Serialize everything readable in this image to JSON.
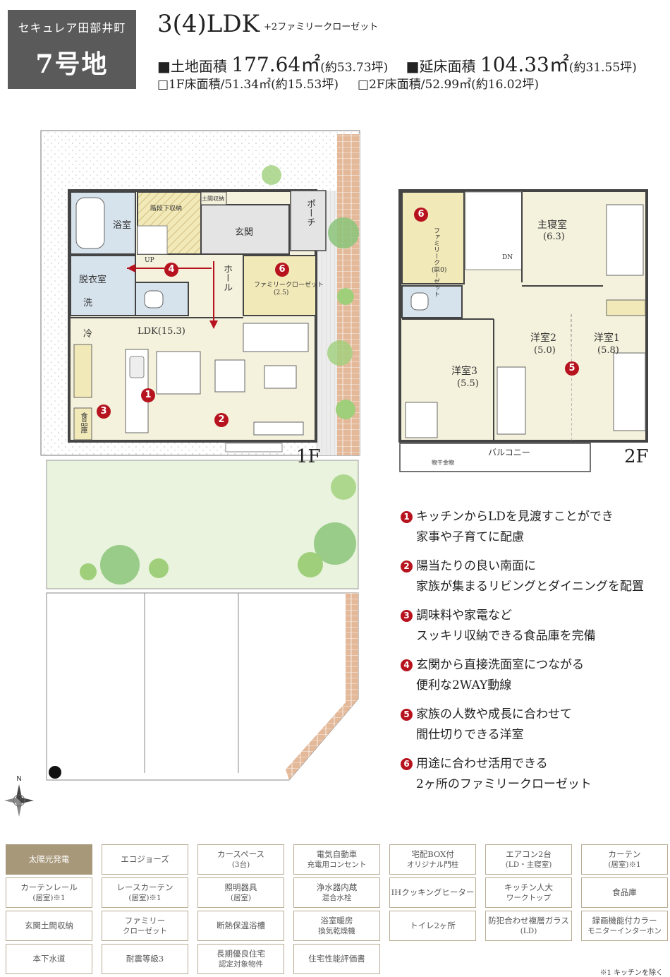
{
  "header": {
    "badge_line1": "セキュレア田部井町",
    "badge_line2": "7号地",
    "plan_type": "3(4)LDK",
    "plan_type_sub": "+2ファミリークローゼット",
    "land_label": "■土地面積",
    "land_value": "177.64㎡",
    "land_tsubo": "(約53.73坪)",
    "floor_total_label": "■延床面積",
    "floor_total_value": "104.33㎡",
    "floor_total_tsubo": "(約31.55坪)",
    "floor1": "□1F床面積/51.34㎡(約15.53坪)",
    "floor2": "□2F床面積/52.99㎡(約16.02坪)"
  },
  "plan_1f": {
    "floor_label": "1F",
    "rooms": {
      "bath": "浴室",
      "stair_storage": "階段下収納",
      "doma_storage": "土間収納",
      "porch": "ポーチ",
      "entrance": "玄関",
      "dressing": "脱衣室",
      "wash": "洗",
      "up": "UP",
      "hall": "ホール",
      "family_closet": "ファミリークローゼット",
      "family_closet_size": "(2.5)",
      "fridge": "冷",
      "ldk": "LDK(15.3)",
      "pantry": "食品庫"
    }
  },
  "plan_2f": {
    "floor_label": "2F",
    "rooms": {
      "family_closet": "ファミリークローゼット",
      "family_closet_size": "(3.0)",
      "dn": "DN",
      "master": "主寝室",
      "master_size": "(6.3)",
      "western2": "洋室2",
      "western2_size": "(5.0)",
      "western1": "洋室1",
      "western1_size": "(5.8)",
      "western3": "洋室3",
      "western3_size": "(5.5)",
      "balcony": "バルコニー",
      "drying": "物干金物"
    }
  },
  "markers": [
    "1",
    "2",
    "3",
    "4",
    "5",
    "6"
  ],
  "features": [
    {
      "num": "1",
      "line1": "キッチンからLDを見渡すことができ",
      "line2": "家事や子育てに配慮"
    },
    {
      "num": "2",
      "line1": "陽当たりの良い南面に",
      "line2": "家族が集まるリビングとダイニングを配置"
    },
    {
      "num": "3",
      "line1": "調味料や家電など",
      "line2": "スッキリ収納できる食品庫を完備"
    },
    {
      "num": "4",
      "line1": "玄関から直接洗面室につながる",
      "line2": "便利な2WAY動線"
    },
    {
      "num": "5",
      "line1": "家族の人数や成長に合わせて",
      "line2": "間仕切りできる洋室"
    },
    {
      "num": "6",
      "line1": "用途に合わせ活用できる",
      "line2": "2ヶ所のファミリークローゼット"
    }
  ],
  "compass_label": "N",
  "amenities": [
    {
      "line1": "太陽光発電",
      "line2": "",
      "active": true
    },
    {
      "line1": "エコジョーズ",
      "line2": "",
      "active": false
    },
    {
      "line1": "カースペース",
      "line2": "(3台)",
      "active": false
    },
    {
      "line1": "電気自動車",
      "line2": "充電用コンセント",
      "active": false
    },
    {
      "line1": "宅配BOX付",
      "line2": "オリジナル門柱",
      "active": false
    },
    {
      "line1": "エアコン2台",
      "line2": "(LD・主寝室)",
      "active": false
    },
    {
      "line1": "カーテン",
      "line2": "(居室)※1",
      "active": false
    },
    {
      "line1": "カーテンレール",
      "line2": "(居室)※1",
      "active": false
    },
    {
      "line1": "レースカーテン",
      "line2": "(居室)※1",
      "active": false
    },
    {
      "line1": "照明器具",
      "line2": "(居室)",
      "active": false
    },
    {
      "line1": "浄水器内蔵",
      "line2": "混合水栓",
      "active": false
    },
    {
      "line1": "IHクッキングヒーター",
      "line2": "",
      "active": false
    },
    {
      "line1": "キッチン人大",
      "line2": "ワークトップ",
      "active": false
    },
    {
      "line1": "食品庫",
      "line2": "",
      "active": false
    },
    {
      "line1": "玄関土間収納",
      "line2": "",
      "active": false
    },
    {
      "line1": "ファミリー",
      "line2": "クローゼット",
      "active": false
    },
    {
      "line1": "断熱保温浴槽",
      "line2": "",
      "active": false
    },
    {
      "line1": "浴室暖房",
      "line2": "換気乾燥機",
      "active": false
    },
    {
      "line1": "トイレ2ヶ所",
      "line2": "",
      "active": false
    },
    {
      "line1": "防犯合わせ複層ガラス",
      "line2": "(LD)",
      "active": false
    },
    {
      "line1": "録画機能付カラー",
      "line2": "モニターインターホン",
      "active": false
    },
    {
      "line1": "本下水道",
      "line2": "",
      "active": false
    },
    {
      "line1": "耐震等級3",
      "line2": "",
      "active": false
    },
    {
      "line1": "長期優良住宅",
      "line2": "認定対象物件",
      "active": false
    },
    {
      "line1": "住宅性能評価書",
      "line2": "",
      "active": false
    }
  ],
  "footnote": "※1 キッチンを除く",
  "colors": {
    "badge_bg": "#5a5a5a",
    "marker_red": "#b7131e",
    "amenity_active": "#a8987a",
    "amenity_border": "#b9ac94",
    "floor_beige": "#f4f1dc",
    "wetarea_blue": "#d7e3ec",
    "lawn_green": "#e9f3dd",
    "tile_gray": "#e4e4e4",
    "wood_yellow": "#f2e9b9",
    "brick": "#e3b99a"
  }
}
